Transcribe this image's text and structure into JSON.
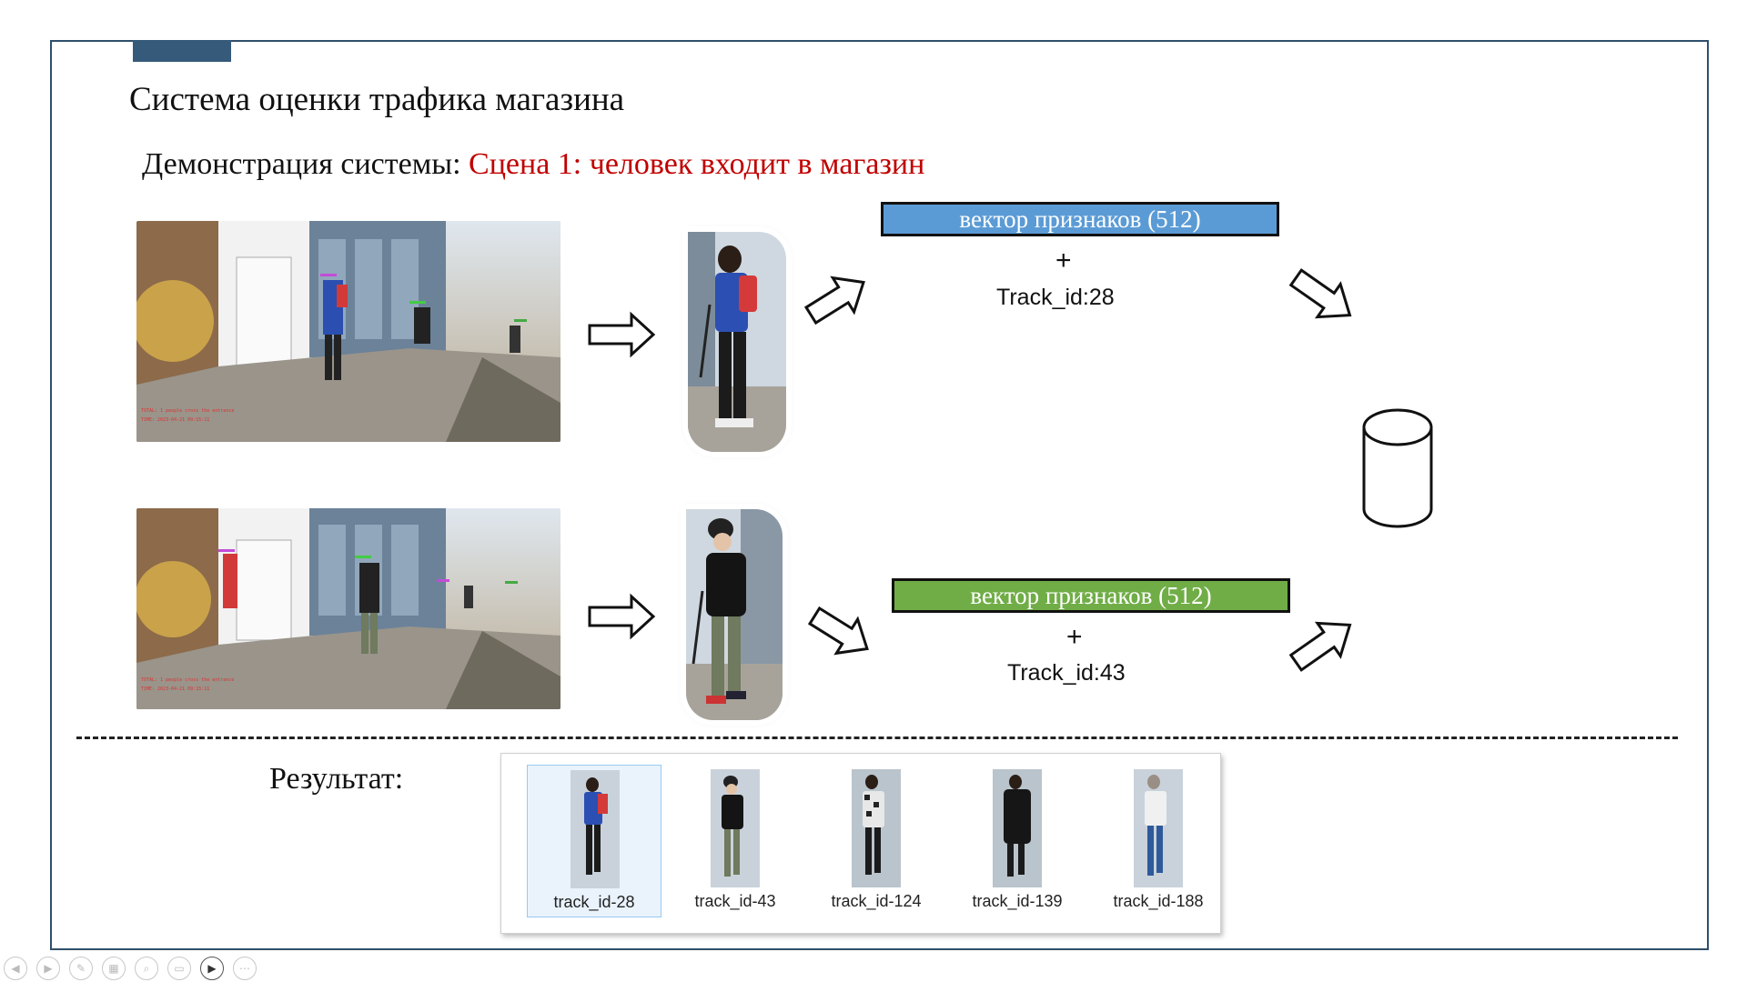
{
  "slide": {
    "title": "Система оценки трафика магазина",
    "subtitle_prefix": "Демонстрация системы: ",
    "subtitle_scene": "Сцена 1: человек входит в магазин",
    "accent_color": "#c00000",
    "bar_color": "#355a7a"
  },
  "pipeline": [
    {
      "feature_label": "вектор признаков (512)",
      "feature_color": "#5b9bd5",
      "plus": "+",
      "track_label": "Track_id:28"
    },
    {
      "feature_label": "вектор признаков (512)",
      "feature_color": "#70ad47",
      "plus": "+",
      "track_label": "Track_id:43"
    }
  ],
  "scene_overlay": {
    "line1": "TOTAL: 1 people cross the entrance",
    "line2": "TIME: 2023-04-21 09:15:11"
  },
  "database_icon": "database-cylinder-icon",
  "result": {
    "label": "Результат:",
    "items": [
      {
        "name": "track_id-28",
        "selected": true
      },
      {
        "name": "track_id-43",
        "selected": false
      },
      {
        "name": "track_id-124",
        "selected": false
      },
      {
        "name": "track_id-139",
        "selected": false
      },
      {
        "name": "track_id-188",
        "selected": false
      }
    ]
  },
  "toolbar": {
    "buttons": [
      "previous-icon",
      "next-icon",
      "pen-icon",
      "slides-grid-icon",
      "zoom-icon",
      "subtitles-icon",
      "camera-icon",
      "more-icon"
    ],
    "active": "camera-icon"
  }
}
